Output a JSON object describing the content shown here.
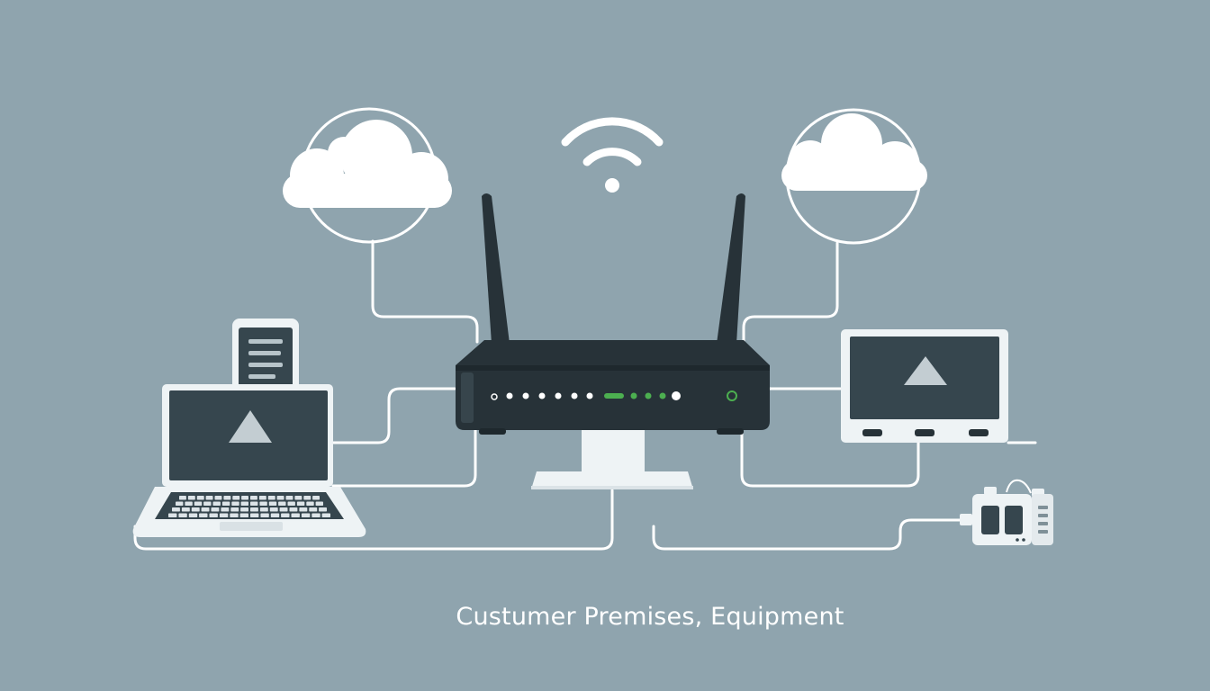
{
  "caption": "Custumer Premises, Equipment",
  "colors": {
    "background": "#8fa4ae",
    "line": "#ffffff",
    "device_dark": "#273238",
    "screen": "#36464e",
    "device_light": "#eef3f5",
    "led_green": "#4caf50",
    "led_white": "#ffffff"
  },
  "icons": {
    "wifi": "wifi-icon",
    "cloud_left": "cloud-icon",
    "cloud_right": "cloud-icon",
    "router": "router-icon",
    "laptop": "laptop-icon",
    "phone": "smartphone-icon",
    "monitor": "monitor-icon",
    "adapter": "power-adapter-icon"
  },
  "router": {
    "led_states": [
      "white",
      "white",
      "white",
      "white",
      "white",
      "white",
      "green",
      "green",
      "green",
      "green",
      "green",
      "white",
      "green"
    ]
  }
}
